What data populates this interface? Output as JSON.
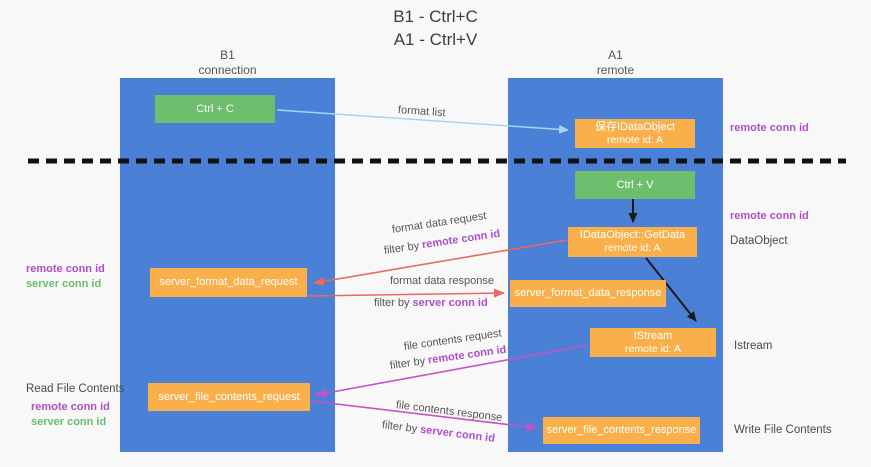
{
  "title": {
    "line1": "B1 - Ctrl+C",
    "line2": "A1 - Ctrl+V"
  },
  "columns": {
    "left": {
      "name": "B1",
      "role": "connection"
    },
    "right": {
      "name": "A1",
      "role": "remote"
    }
  },
  "boxes": {
    "ctrl_c": {
      "label": "Ctrl + C"
    },
    "ctrl_v": {
      "label": "Ctrl + V"
    },
    "save_idataobject": {
      "line1": "保存IDataObject",
      "line2": "remote id: A"
    },
    "idataobject_getdata": {
      "line1": "IDataObject::GetData",
      "line2": "remote id: A"
    },
    "istream": {
      "line1": "IStream",
      "line2": "remote id: A"
    },
    "server_format_data_request": {
      "label": "server_format_data_request"
    },
    "server_format_data_response": {
      "label": "server_format_data_response"
    },
    "server_file_contents_request": {
      "label": "server_file_contents_request"
    },
    "server_file_contents_response": {
      "label": "server_file_contents_response"
    }
  },
  "arrow_labels": {
    "format_list": "format list",
    "format_data_request": "format data request",
    "format_data_response": "format data response",
    "file_contents_request": "file contents request",
    "file_contents_response": "file contents response",
    "filter_by": "filter by ",
    "remote_conn_id": "remote conn id",
    "server_conn_id": "server conn id"
  },
  "side_labels": {
    "remote_conn_id": "remote conn id",
    "server_conn_id": "server conn id",
    "dataobject": "DataObject",
    "istream": "Istream",
    "read_file_contents": "Read File Contents",
    "write_file_contents": "Write File Contents"
  },
  "colors": {
    "bg": "#f8f8f9",
    "lifeline-blue": "#4a80d5",
    "box-green": "#6fbe6e",
    "box-orange": "#f9b04a",
    "arrow-lightblue": "#a9d4ef",
    "arrow-red": "#e96a5f",
    "arrow-magenta": "#c553c5",
    "arrow-black": "#1b1b1b",
    "text-purple": "#ad4fc7",
    "text-green": "#67bd6b",
    "text-dark": "#3d3d3d"
  }
}
